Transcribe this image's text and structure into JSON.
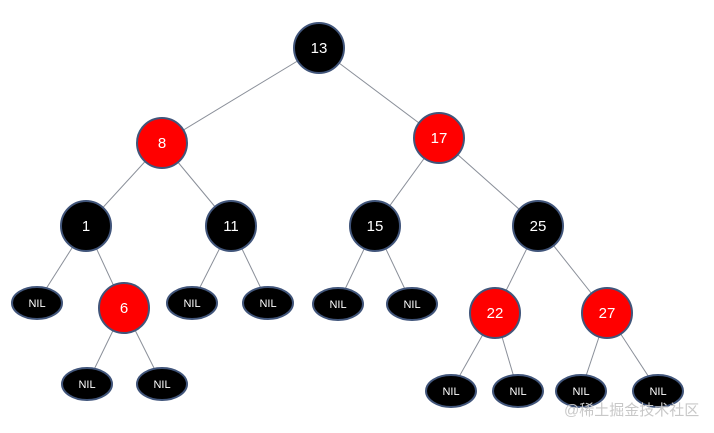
{
  "title": "Red-black tree",
  "colors": {
    "red": "#ff0000",
    "black": "#000000",
    "border": "#41557a",
    "edge": "#8a8f99",
    "text": "#ffffff"
  },
  "nodes": [
    {
      "id": "n13",
      "label": "13",
      "color": "black",
      "parent": null
    },
    {
      "id": "n8",
      "label": "8",
      "color": "red",
      "parent": "n13"
    },
    {
      "id": "n17",
      "label": "17",
      "color": "red",
      "parent": "n13"
    },
    {
      "id": "n1",
      "label": "1",
      "color": "black",
      "parent": "n8"
    },
    {
      "id": "n11",
      "label": "11",
      "color": "black",
      "parent": "n8"
    },
    {
      "id": "n15",
      "label": "15",
      "color": "black",
      "parent": "n17"
    },
    {
      "id": "n25",
      "label": "25",
      "color": "black",
      "parent": "n17"
    },
    {
      "id": "nil1",
      "label": "NIL",
      "color": "black",
      "parent": "n1",
      "nil": true
    },
    {
      "id": "n6",
      "label": "6",
      "color": "red",
      "parent": "n1"
    },
    {
      "id": "nil2",
      "label": "NIL",
      "color": "black",
      "parent": "n11",
      "nil": true
    },
    {
      "id": "nil3",
      "label": "NIL",
      "color": "black",
      "parent": "n11",
      "nil": true
    },
    {
      "id": "nil4",
      "label": "NIL",
      "color": "black",
      "parent": "n15",
      "nil": true
    },
    {
      "id": "nil5",
      "label": "NIL",
      "color": "black",
      "parent": "n15",
      "nil": true
    },
    {
      "id": "n22",
      "label": "22",
      "color": "red",
      "parent": "n25"
    },
    {
      "id": "n27",
      "label": "27",
      "color": "red",
      "parent": "n25"
    },
    {
      "id": "nil6",
      "label": "NIL",
      "color": "black",
      "parent": "n6",
      "nil": true
    },
    {
      "id": "nil7",
      "label": "NIL",
      "color": "black",
      "parent": "n6",
      "nil": true
    },
    {
      "id": "nil8",
      "label": "NIL",
      "color": "black",
      "parent": "n22",
      "nil": true
    },
    {
      "id": "nil9",
      "label": "NIL",
      "color": "black",
      "parent": "n22",
      "nil": true
    },
    {
      "id": "nil10",
      "label": "NIL",
      "color": "black",
      "parent": "n27",
      "nil": true
    },
    {
      "id": "nil11",
      "label": "NIL",
      "color": "black",
      "parent": "n27",
      "nil": true
    }
  ],
  "watermark": "@稀土掘金技术社区"
}
